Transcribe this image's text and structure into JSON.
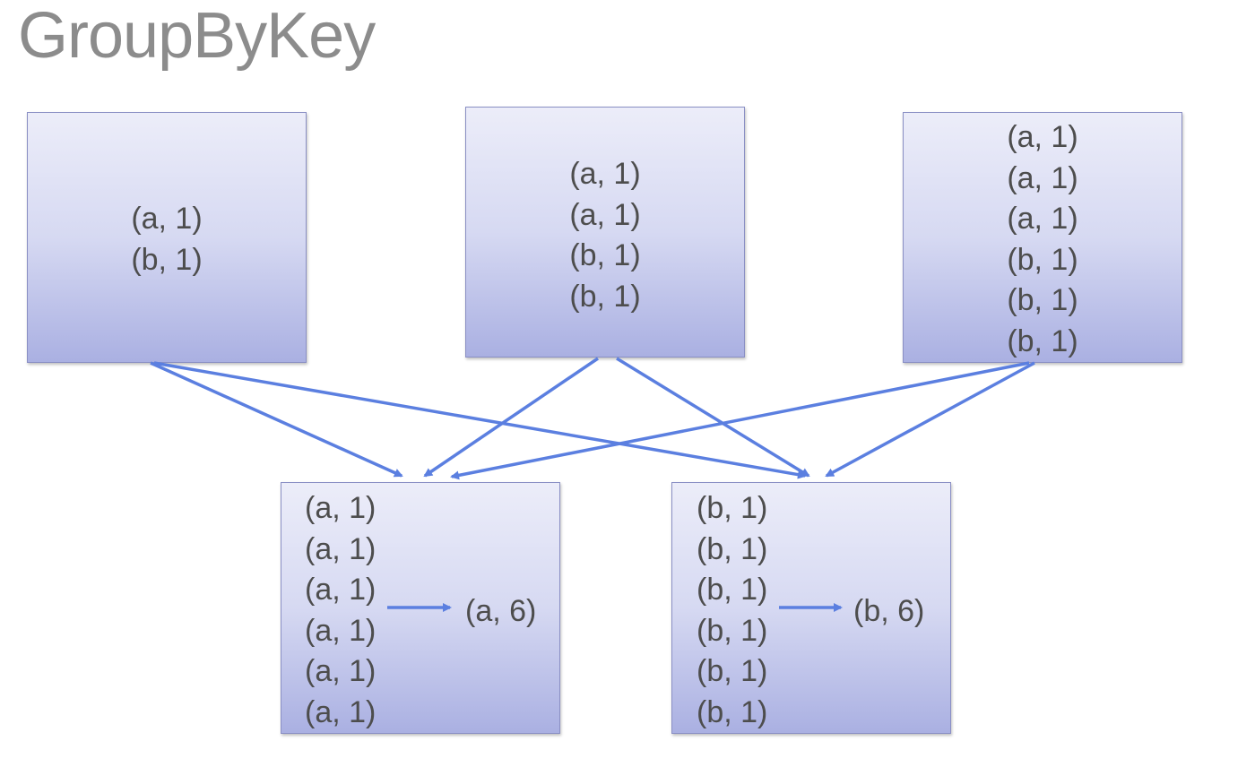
{
  "title": "GroupByKey",
  "colors": {
    "arrow": "#5b7fe0",
    "box_border": "#8a8fc4",
    "title": "#8c8c8c",
    "text": "#4d4d4d"
  },
  "source_partitions": [
    {
      "pairs": [
        "(a, 1)",
        "(b, 1)"
      ]
    },
    {
      "pairs": [
        "(a, 1)",
        "(a, 1)",
        "(b, 1)",
        "(b, 1)"
      ]
    },
    {
      "pairs": [
        "(a, 1)",
        "(a, 1)",
        "(a, 1)",
        "(b, 1)",
        "(b, 1)",
        "(b, 1)"
      ]
    }
  ],
  "target_partitions": [
    {
      "pairs": [
        "(a, 1)",
        "(a, 1)",
        "(a, 1)",
        "(a, 1)",
        "(a, 1)",
        "(a, 1)"
      ],
      "result": "(a, 6)"
    },
    {
      "pairs": [
        "(b, 1)",
        "(b, 1)",
        "(b, 1)",
        "(b, 1)",
        "(b, 1)",
        "(b, 1)"
      ],
      "result": "(b, 6)"
    }
  ]
}
